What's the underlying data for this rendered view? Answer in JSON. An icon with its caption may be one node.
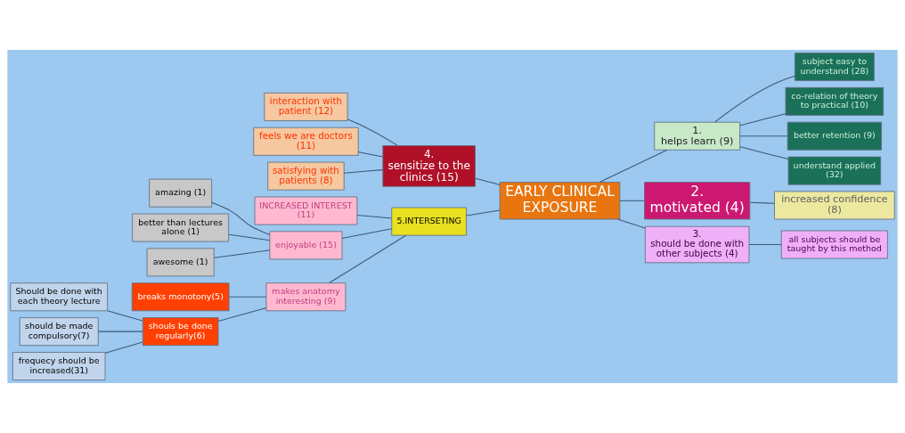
{
  "diagram": {
    "nodes": [
      {
        "text": [
          "EARLY CLINICAL EXPOSURE"
        ]
      },
      {
        "text": [
          "4.",
          "sensitize to the clinics (15)"
        ]
      },
      {
        "text": [
          "interaction with patient (12)"
        ]
      },
      {
        "text": [
          "feels we are doctors (11)"
        ]
      },
      {
        "text": [
          "satisfying with patients (8)"
        ]
      },
      {
        "text": [
          "5.INTERSETING"
        ]
      },
      {
        "text": [
          "INCREASED INTEREST (11)"
        ]
      },
      {
        "text": [
          "enjoyable (15)"
        ]
      },
      {
        "text": [
          "amazing (1)"
        ]
      },
      {
        "text": [
          "better than lectures alone (1)"
        ]
      },
      {
        "text": [
          "awesome (1)"
        ]
      },
      {
        "text": [
          "makes anatomy interesting (9)"
        ]
      },
      {
        "text": [
          "breaks monotony(5)"
        ]
      },
      {
        "text": [
          "shouls be done regularly(6)"
        ]
      },
      {
        "text": [
          "Should be done with each theory lecture"
        ]
      },
      {
        "text": [
          "should be made compulsory(7)"
        ]
      },
      {
        "text": [
          "frequecy should be increased(31)"
        ]
      },
      {
        "text": [
          "1.",
          "helps learn (9)"
        ]
      },
      {
        "text": [
          "subject easy to understand (28)"
        ]
      },
      {
        "text": [
          "co-relation of theory to practical (10)"
        ]
      },
      {
        "text": [
          "better retention (9)"
        ]
      },
      {
        "text": [
          "understand applied (32)"
        ]
      },
      {
        "text": [
          "2.",
          "motivated (4)"
        ]
      },
      {
        "text": [
          "increased confidence (8)"
        ]
      },
      {
        "text": [
          "3.",
          "should be done with other subjects (4)"
        ]
      },
      {
        "text": [
          "all subjects should be taught by this method"
        ]
      }
    ],
    "edges": [
      {
        "from": 0,
        "to": 17,
        "arrow": "none"
      },
      {
        "from": 0,
        "to": 22,
        "arrow": "none"
      },
      {
        "from": 0,
        "to": 24,
        "arrow": "none"
      },
      {
        "from": 0,
        "to": 1,
        "arrow": "none"
      },
      {
        "from": 0,
        "to": 5,
        "arrow": "none"
      },
      {
        "from": 1,
        "to": 2,
        "arrow": "none"
      },
      {
        "from": 1,
        "to": 3,
        "arrow": "none"
      },
      {
        "from": 1,
        "to": 4,
        "arrow": "none"
      },
      {
        "from": 5,
        "to": 6,
        "arrow": "none"
      },
      {
        "from": 5,
        "to": 7,
        "arrow": "none"
      },
      {
        "from": 5,
        "to": 11,
        "arrow": "none"
      },
      {
        "from": 7,
        "to": 8,
        "arrow": "none"
      },
      {
        "from": 7,
        "to": 9,
        "arrow": "none"
      },
      {
        "from": 7,
        "to": 10,
        "arrow": "none"
      },
      {
        "from": 11,
        "to": 12,
        "arrow": "none"
      },
      {
        "from": 11,
        "to": 13,
        "arrow": "none"
      },
      {
        "from": 13,
        "to": 14,
        "arrow": "none"
      },
      {
        "from": 13,
        "to": 15,
        "arrow": "none"
      },
      {
        "from": 13,
        "to": 16,
        "arrow": "none"
      },
      {
        "from": 17,
        "to": 18,
        "arrow": "none"
      },
      {
        "from": 17,
        "to": 19,
        "arrow": "none"
      },
      {
        "from": 17,
        "to": 20,
        "arrow": "none"
      },
      {
        "from": 17,
        "to": 21,
        "arrow": "none"
      },
      {
        "from": 22,
        "to": 23,
        "arrow": "none"
      },
      {
        "from": 24,
        "to": 25,
        "arrow": "none"
      }
    ]
  }
}
